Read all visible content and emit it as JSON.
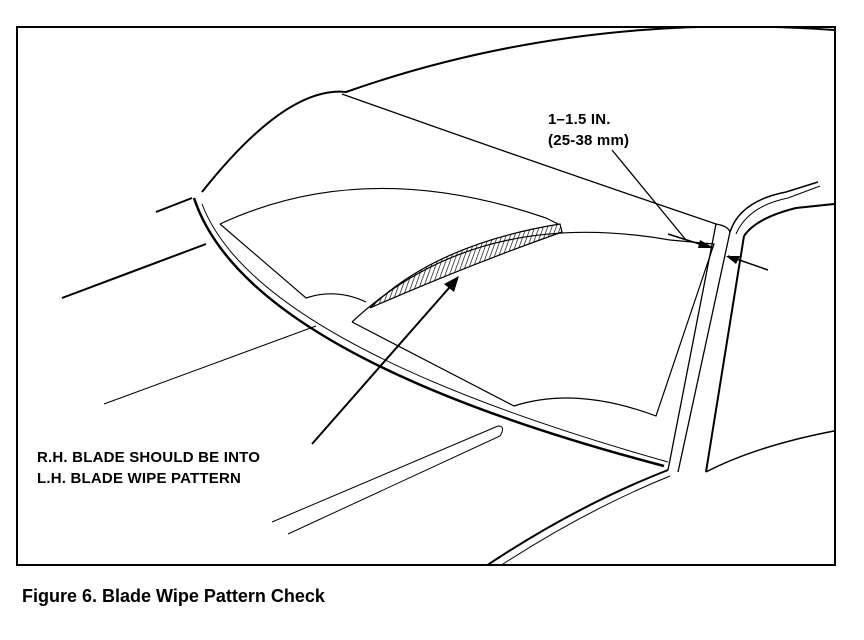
{
  "dimension_callout": {
    "line1": "1–1.5 IN.",
    "line2": "(25-38 mm)"
  },
  "blade_callout": {
    "line1": "R.H. BLADE SHOULD BE INTO",
    "line2": "L.H. BLADE WIPE PATTERN"
  },
  "caption": "Figure 6. Blade Wipe Pattern Check",
  "colors": {
    "ink": "#000000",
    "paper": "#ffffff"
  }
}
